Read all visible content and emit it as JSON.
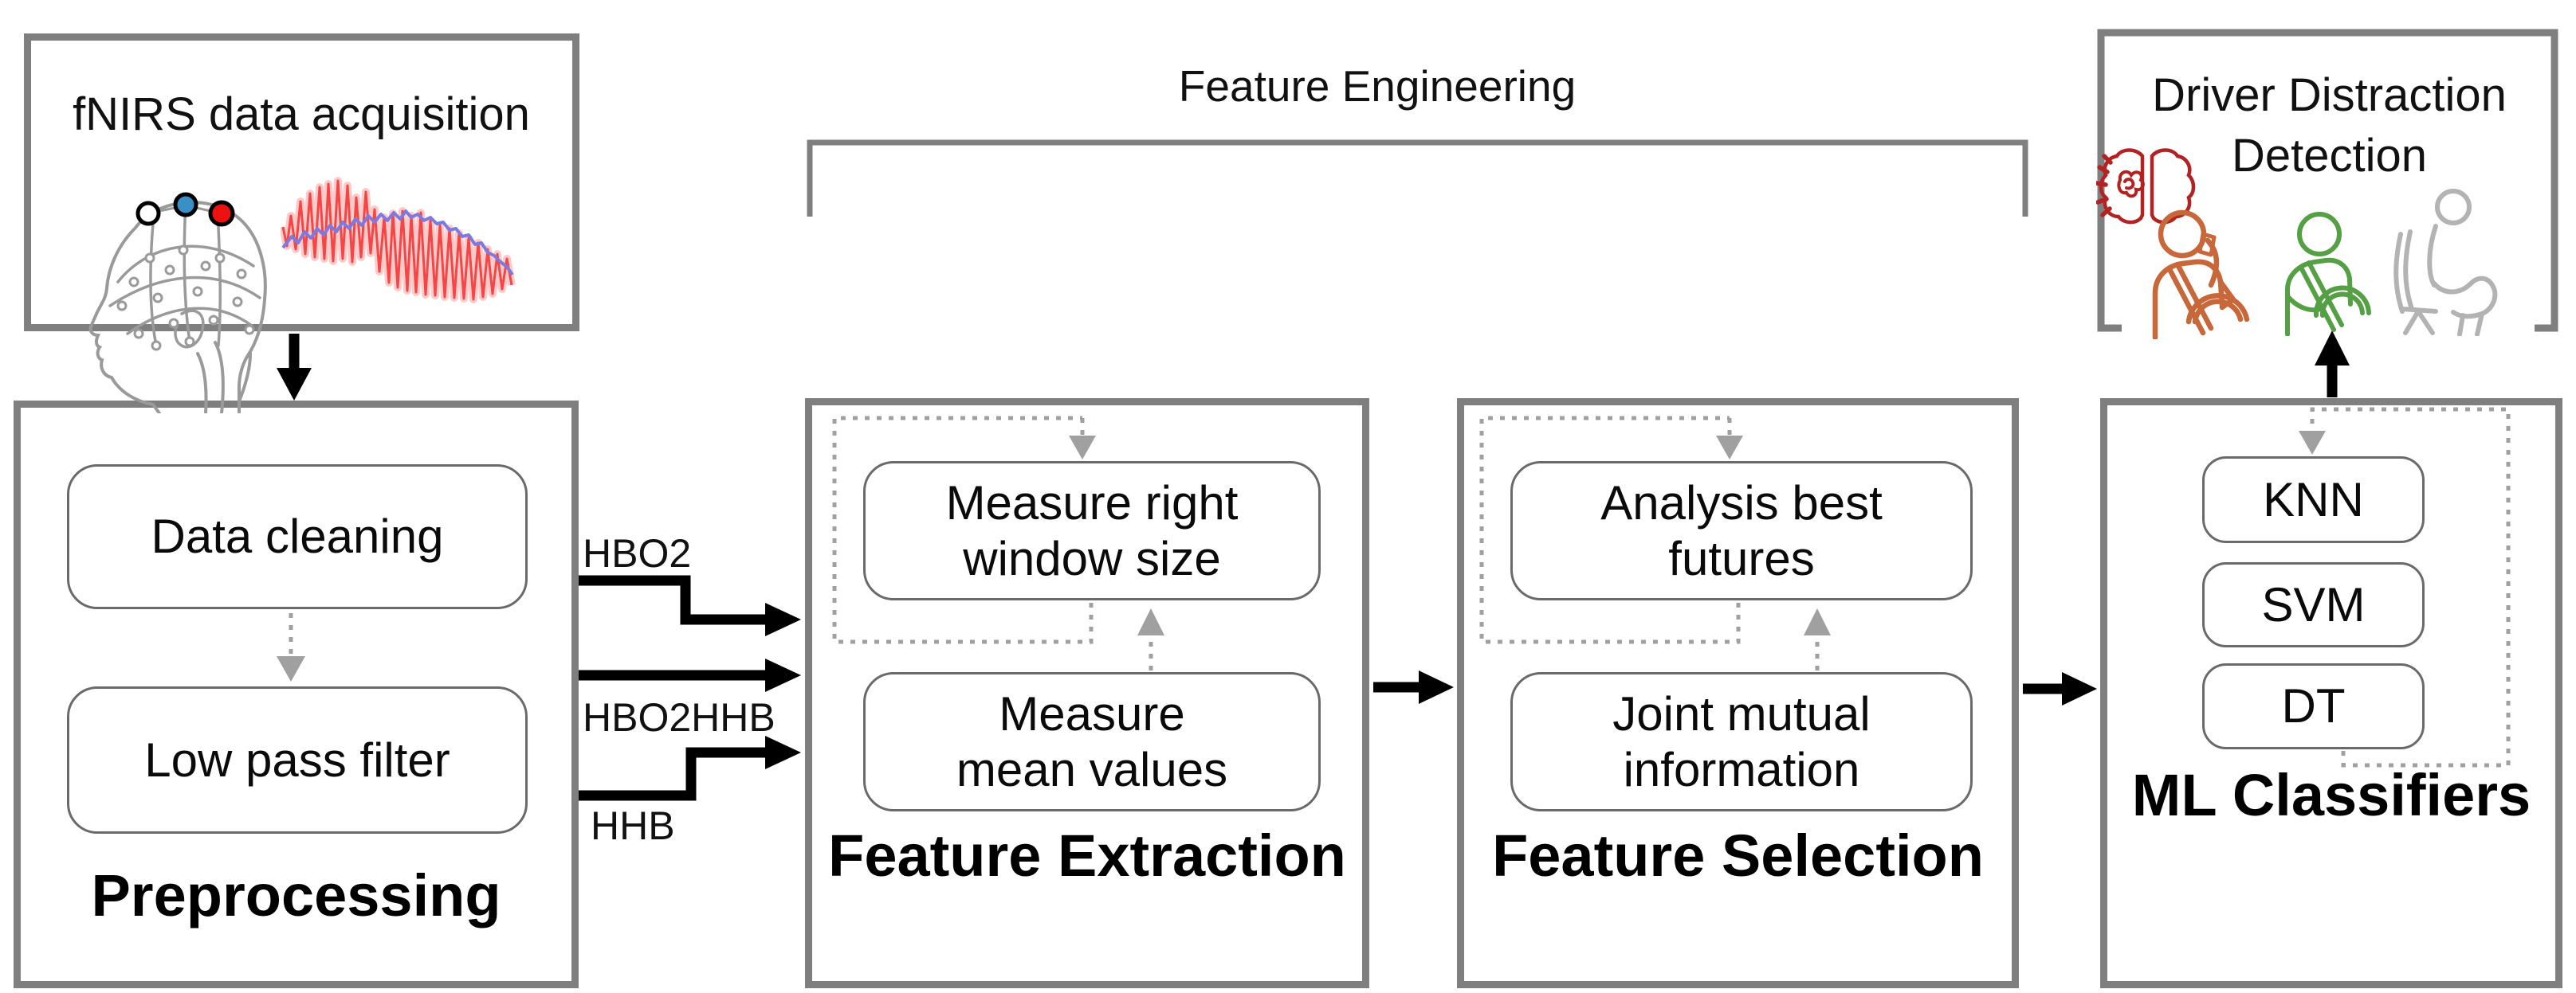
{
  "acquisition": {
    "title": "fNIRS data acquisition"
  },
  "preprocessing": {
    "label": "Preprocessing",
    "steps": [
      "Data cleaning",
      "Low pass filter"
    ]
  },
  "signals": {
    "top": "HBO2",
    "middle": "HBO2HHB",
    "bottom": "HHB"
  },
  "feature_engineering": {
    "title": "Feature Engineering"
  },
  "feature_extraction": {
    "label": "Feature Extraction",
    "step1": {
      "line1": "Measure right",
      "line2": "window size"
    },
    "step2": {
      "line1": "Measure",
      "line2": "mean values"
    }
  },
  "feature_selection": {
    "label": "Feature Selection",
    "step1": {
      "line1": "Analysis best",
      "line2": "futures"
    },
    "step2": {
      "line1": "Joint mutual",
      "line2": "information"
    }
  },
  "ml_classifiers": {
    "label": "ML Classifiers",
    "models": [
      "KNN",
      "SVM",
      "DT"
    ]
  },
  "detection": {
    "line1": "Driver Distraction",
    "line2": "Detection"
  },
  "icons": [
    "fnirs-head-icon",
    "fnirs-signal-icon",
    "alert-brain-icon",
    "distracted-driver-icon",
    "attentive-driver-icon",
    "relaxed-passenger-icon"
  ],
  "colors": {
    "box_border": "#7f7f7f",
    "inner_border": "#6a6a6a",
    "dotted_gray": "#a0a0a0",
    "arrow_black": "#000000",
    "signal_red": "#f54545",
    "signal_blue": "#7b7bdf",
    "optode_blue": "#3a8fc7",
    "optode_red": "#ee1111",
    "brain_red": "#b22222",
    "driver_orange": "#c8683a",
    "driver_green": "#55a045",
    "passenger_gray": "#b3b3b3",
    "head_outline": "#9a9a9a"
  }
}
